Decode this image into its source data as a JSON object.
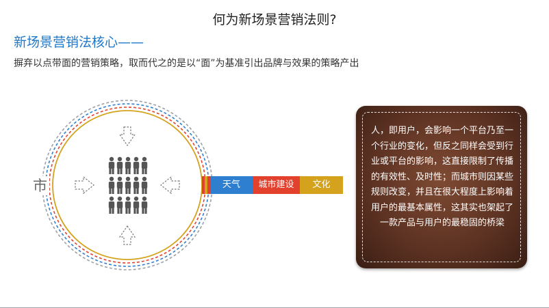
{
  "title": "何为新场景营销法则?",
  "subtitle": "新场景营销法核心——",
  "description": "摒弃以点带面的营销策略，取而代之的是以“面”为基准引出品牌与效果的策略产出",
  "diagram": {
    "city_label": "市",
    "bars": [
      {
        "label": "天气",
        "color": "#2f7fd0"
      },
      {
        "label": "城市建设",
        "color": "#e2412e"
      },
      {
        "label": "文化",
        "color": "#d4a21c"
      }
    ],
    "ring_colors": [
      "#9aa0a6",
      "#2f7fd0",
      "#e2412e",
      "#d4a21c"
    ]
  },
  "card": {
    "text": "人，即用户，会影响一个平台乃至一个行业的变化，但反之同样会受到行业或平台的影响，这直接限制了传播的有效性、及时性；而城市则因某些规则改变，并且在很大程度上影响着用户的最基本属性，这其实也架起了一款产品与用户的最稳固的桥梁"
  }
}
